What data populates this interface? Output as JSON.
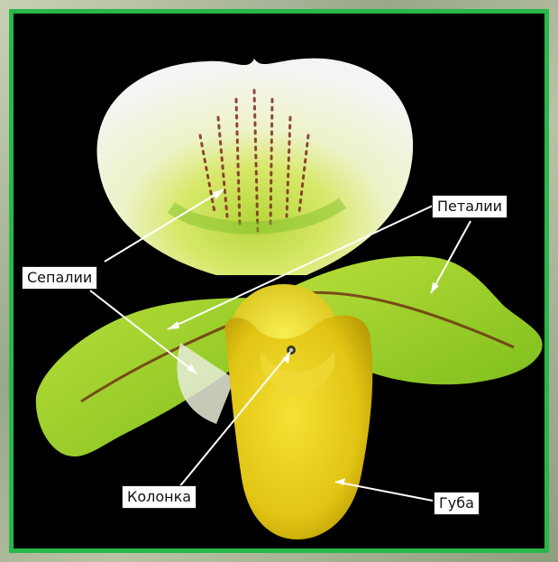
{
  "labels": {
    "sepals": "Сепалии",
    "petals": "Петалии",
    "column": "Колонка",
    "lip": "Губа"
  }
}
